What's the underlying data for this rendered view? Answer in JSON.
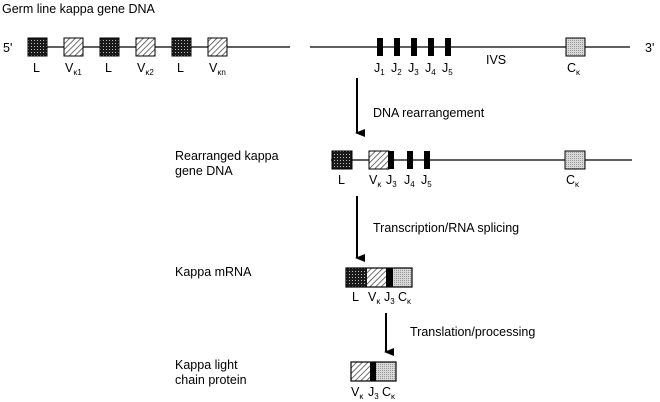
{
  "title": "Germ line kappa gene DNA",
  "germline": {
    "five_prime": "5'",
    "three_prime": "3'",
    "v_segments": [
      {
        "leader": "L",
        "v_main": "V",
        "v_sub": "κ1"
      },
      {
        "leader": "L",
        "v_main": "V",
        "v_sub": "κ2"
      },
      {
        "leader": "L",
        "v_main": "V",
        "v_sub": "κn"
      }
    ],
    "j_segments": [
      {
        "main": "J",
        "sub": "1"
      },
      {
        "main": "J",
        "sub": "2"
      },
      {
        "main": "J",
        "sub": "3"
      },
      {
        "main": "J",
        "sub": "4"
      },
      {
        "main": "J",
        "sub": "5"
      }
    ],
    "intron_label": "IVS",
    "constant": {
      "main": "C",
      "sub": "κ"
    }
  },
  "steps": [
    {
      "label": "DNA rearrangement"
    },
    {
      "label": "Transcription/RNA splicing"
    },
    {
      "label": "Translation/processing"
    }
  ],
  "rearranged": {
    "label_line1": "Rearranged kappa",
    "label_line2": "gene DNA",
    "leader": "L",
    "v": {
      "main": "V",
      "sub": "κ"
    },
    "j_segments": [
      {
        "main": "J",
        "sub": "3"
      },
      {
        "main": "J",
        "sub": "4"
      },
      {
        "main": "J",
        "sub": "5"
      }
    ],
    "constant": {
      "main": "C",
      "sub": "κ"
    }
  },
  "mrna": {
    "label": "Kappa mRNA",
    "segments": [
      {
        "main": "L",
        "sub": ""
      },
      {
        "main": "V",
        "sub": "κ"
      },
      {
        "main": "J",
        "sub": "3"
      },
      {
        "main": "C",
        "sub": "κ"
      }
    ]
  },
  "protein": {
    "label_line1": "Kappa light",
    "label_line2": "chain protein",
    "segments": [
      {
        "main": "V",
        "sub": "κ"
      },
      {
        "main": "J",
        "sub": "3"
      },
      {
        "main": "C",
        "sub": "κ"
      }
    ]
  },
  "colors": {
    "leader_fill": "#2a2a2a",
    "v_fill": "#ffffff",
    "j_fill": "#000000",
    "c_fill": "#cfcfcf"
  }
}
